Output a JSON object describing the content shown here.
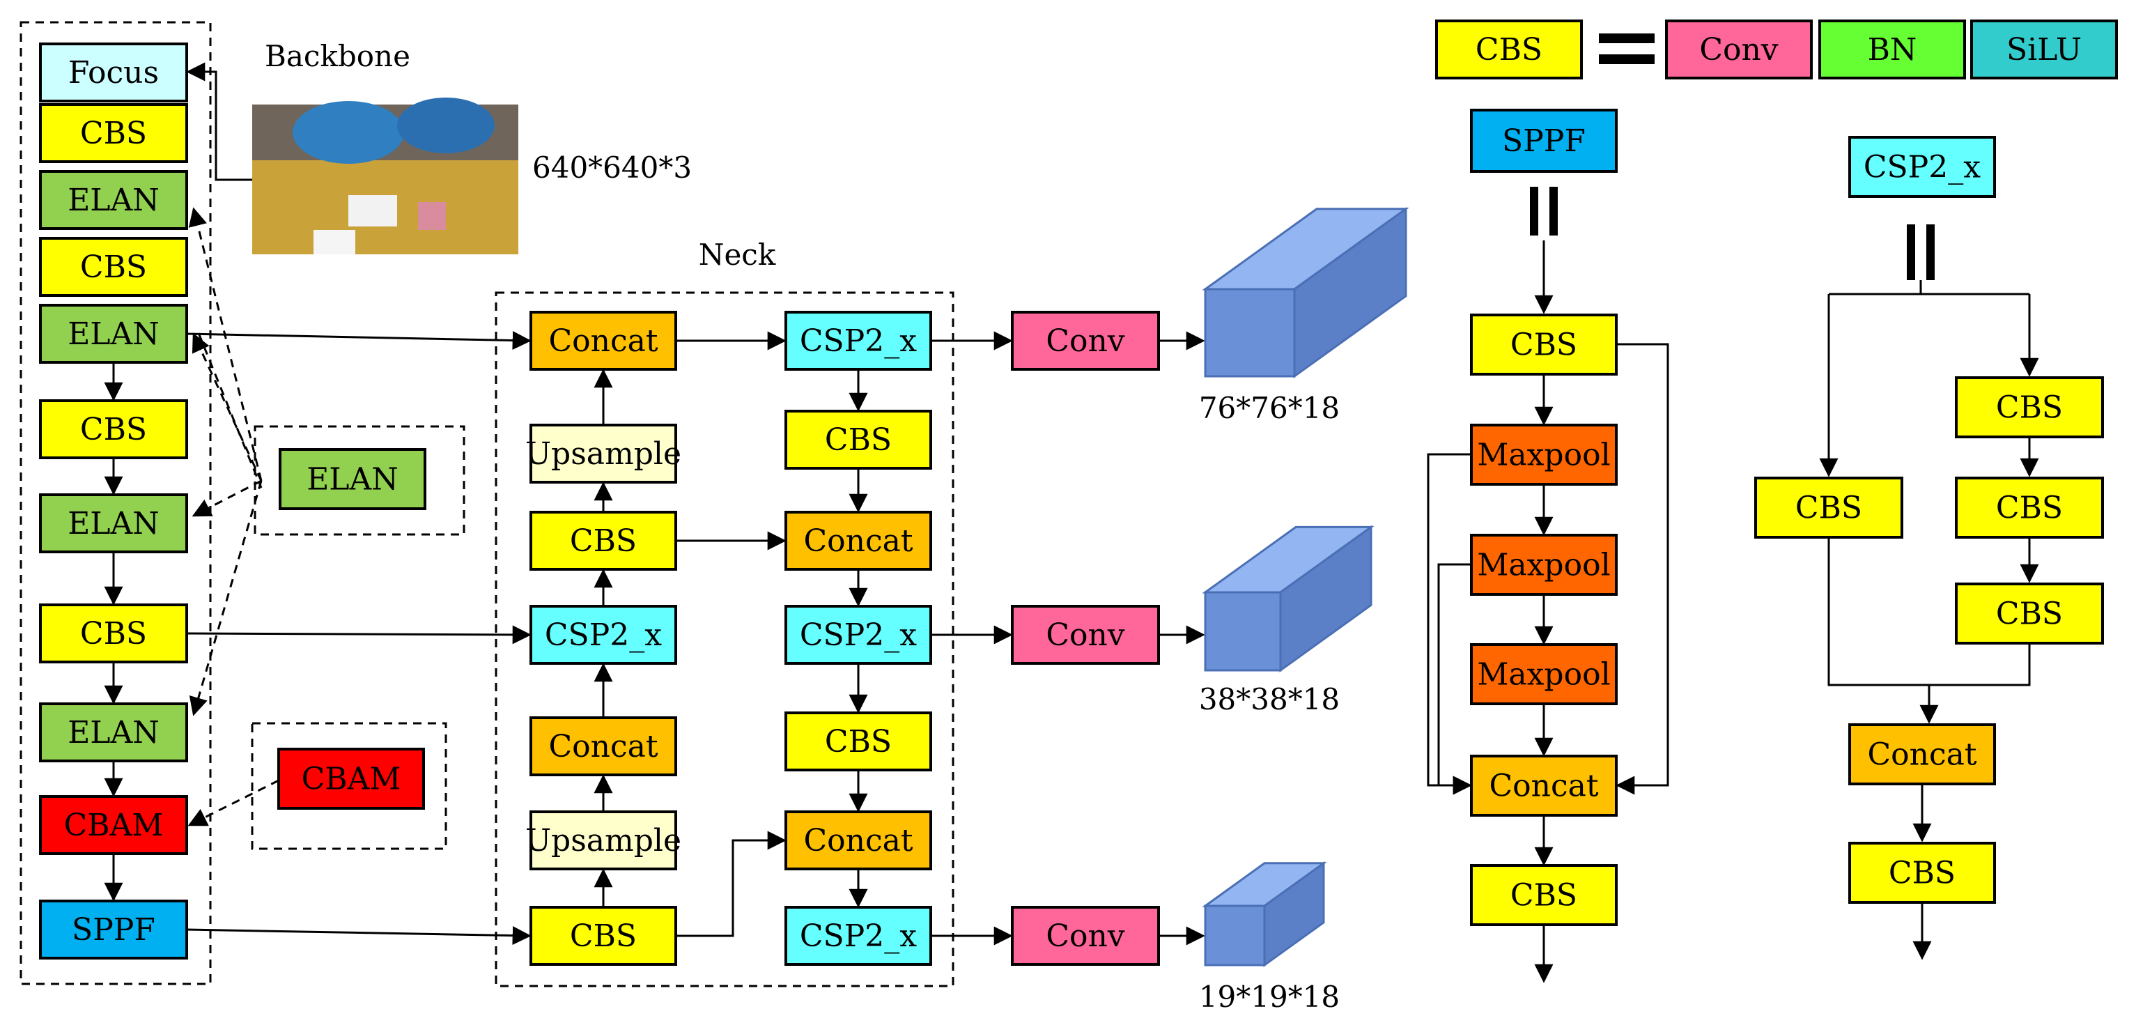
{
  "titles": {
    "backbone": "Backbone",
    "neck": "Neck"
  },
  "input_size": "640*640*3",
  "colors": {
    "cbs": "#ffff00",
    "elan": "#92d050",
    "focus": "#ccffff",
    "cbam": "#ff0000",
    "sppf": "#00b0f0",
    "concat": "#ffc000",
    "csp": "#66ffff",
    "upsample": "#ffffcc",
    "conv": "#ff6699",
    "bn": "#66ff33",
    "silu": "#33cccc",
    "maxpool": "#ff6600",
    "output": "#6a91d8"
  },
  "backbone": [
    "Focus",
    "CBS",
    "ELAN",
    "CBS",
    "ELAN",
    "CBS",
    "ELAN",
    "CBS",
    "ELAN",
    "CBAM",
    "SPPF"
  ],
  "elan_legend": "ELAN",
  "cbam_legend": "CBAM",
  "neck": {
    "col1": [
      "Concat",
      "Upsample",
      "CBS",
      "CSP2_x",
      "Concat",
      "Upsample",
      "CBS"
    ],
    "col2": [
      "CSP2_x",
      "CBS",
      "Concat",
      "CSP2_x",
      "CBS",
      "Concat",
      "CSP2_x"
    ]
  },
  "heads": [
    "Conv",
    "Conv",
    "Conv"
  ],
  "outputs": [
    "76*76*18",
    "38*38*18",
    "19*19*18"
  ],
  "cbs_definition": {
    "cbs": "CBS",
    "parts": [
      "Conv",
      "BN",
      "SiLU"
    ]
  },
  "sppf_detail": {
    "title": "SPPF",
    "blocks": [
      "CBS",
      "Maxpool",
      "Maxpool",
      "Maxpool",
      "Concat",
      "CBS"
    ]
  },
  "csp_detail": {
    "title": "CSP2_x",
    "left": "CBS",
    "right": [
      "CBS",
      "CBS",
      "CBS"
    ],
    "concat": "Concat",
    "out": "CBS"
  }
}
